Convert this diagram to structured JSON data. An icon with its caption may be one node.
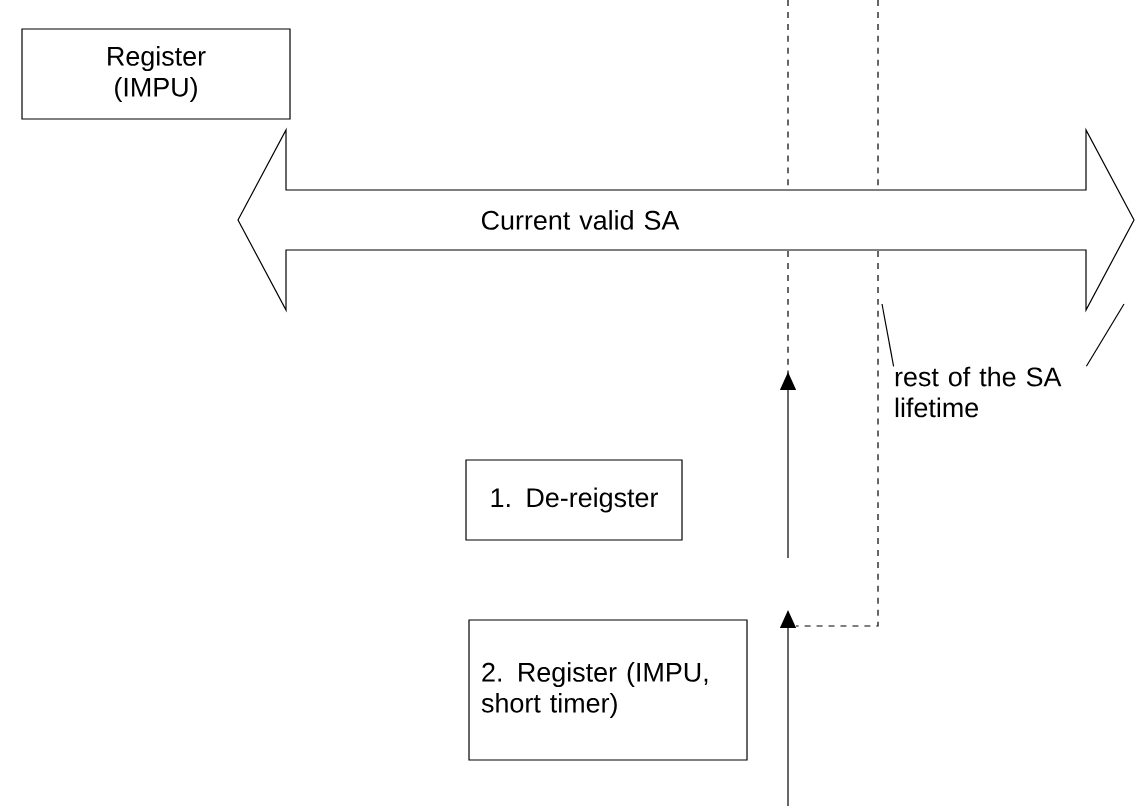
{
  "diagram": {
    "nodes": [
      {
        "text": [
          "Register (IMPU)"
        ]
      },
      {
        "text": [
          "Current valid SA"
        ]
      },
      {
        "text": [
          "1. De-reigster"
        ]
      },
      {
        "text": [
          "2. Register (IMPU, short timer)"
        ]
      },
      {
        "text": [
          "rest of the SA lifetime"
        ]
      }
    ],
    "edges": [
      {
        "from": 4,
        "to": null,
        "arrow": "none"
      },
      {
        "from": 4,
        "to": null,
        "arrow": "none"
      }
    ]
  }
}
